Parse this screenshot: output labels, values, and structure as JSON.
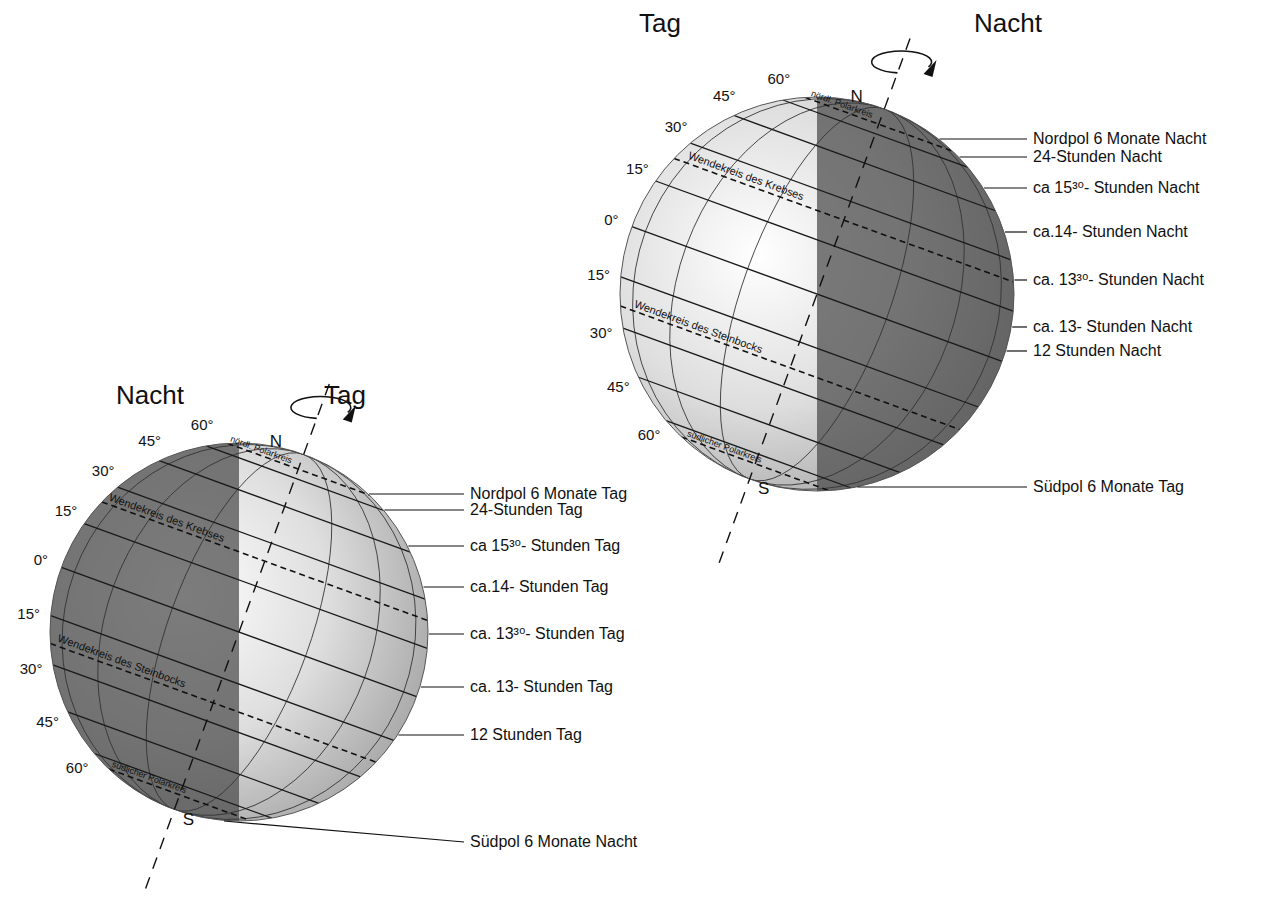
{
  "diagram": {
    "labels": [
      "Tag",
      "Nacht",
      "60°",
      "45°",
      "30°",
      "15°",
      "0°",
      "15°",
      "30°",
      "45°",
      "60°",
      "N",
      "nördl. Polarkreis",
      "Wendekreis des Krebses",
      "Wendekreis des Steinbocks",
      "südlicher Polarkreis",
      "S",
      "Nordpol 6 Monate Nacht",
      "24-Stunden Nacht",
      "ca 15³⁰- Stunden Nacht",
      "ca.14- Stunden Nacht",
      "ca. 13³⁰- Stunden Nacht",
      "ca. 13- Stunden Nacht",
      "12 Stunden Nacht",
      "Südpol 6 Monate Tag",
      "Nacht",
      "Tag",
      "60°",
      "45°",
      "30°",
      "15°",
      "0°",
      "15°",
      "30°",
      "45°",
      "60°",
      "N",
      "nördl. Polarkreis",
      "Wendekreis des Krebses",
      "Wendekreis des Steinbocks",
      "südlicher Polarkreis",
      "S",
      "Nordpol 6 Monate Tag",
      "24-Stunden Tag",
      "ca 15³⁰- Stunden Tag",
      "ca.14- Stunden Tag",
      "ca. 13³⁰- Stunden Tag",
      "ca. 13- Stunden Tag",
      "12 Stunden Tag",
      "Südpol 6 Monate Nacht"
    ]
  }
}
